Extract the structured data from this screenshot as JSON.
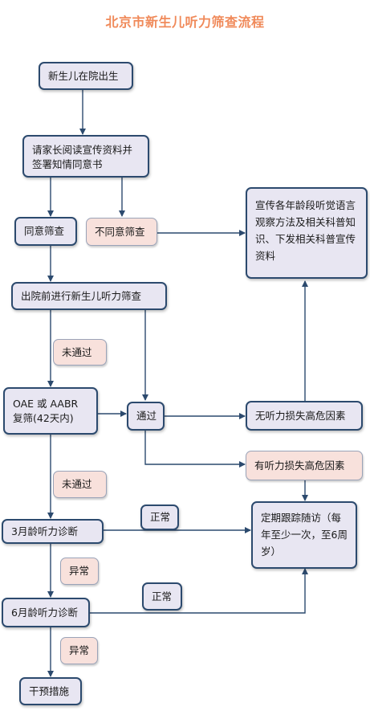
{
  "title": "北京市新生儿听力筛查流程",
  "colors": {
    "title": "#f08a5a",
    "node_fill": "#e8e6f2",
    "node_border": "#2c4a6e",
    "label_fill": "#f8e1dc",
    "arrow": "#2c4a6e"
  },
  "nodes": {
    "born": "新生儿在院出生",
    "consent": "请家长阅读宣传资料并签署知情同意书",
    "agree": "同意筛查",
    "disagree": "不同意筛查",
    "publicity": "宣传各年龄段听觉语言观察方法及相关科普知识、下发相关科普宣传资料",
    "screen": "出院前进行新生儿听力筛查",
    "not_pass_1": "未通过",
    "rescreen": "OAE 或 AABR 复筛(42天内)",
    "pass": "通过",
    "no_risk": "无听力损失高危因素",
    "has_risk": "有听力损失高危因素",
    "not_pass_2": "未通过",
    "diag_3m": "3月龄听力诊断",
    "normal_1": "正常",
    "followup": "定期跟踪随访（每年至少一次，至6周岁）",
    "abnormal_1": "异常",
    "normal_2": "正常",
    "diag_6m": "6月龄听力诊断",
    "abnormal_2": "异常",
    "intervention": "干预措施"
  }
}
